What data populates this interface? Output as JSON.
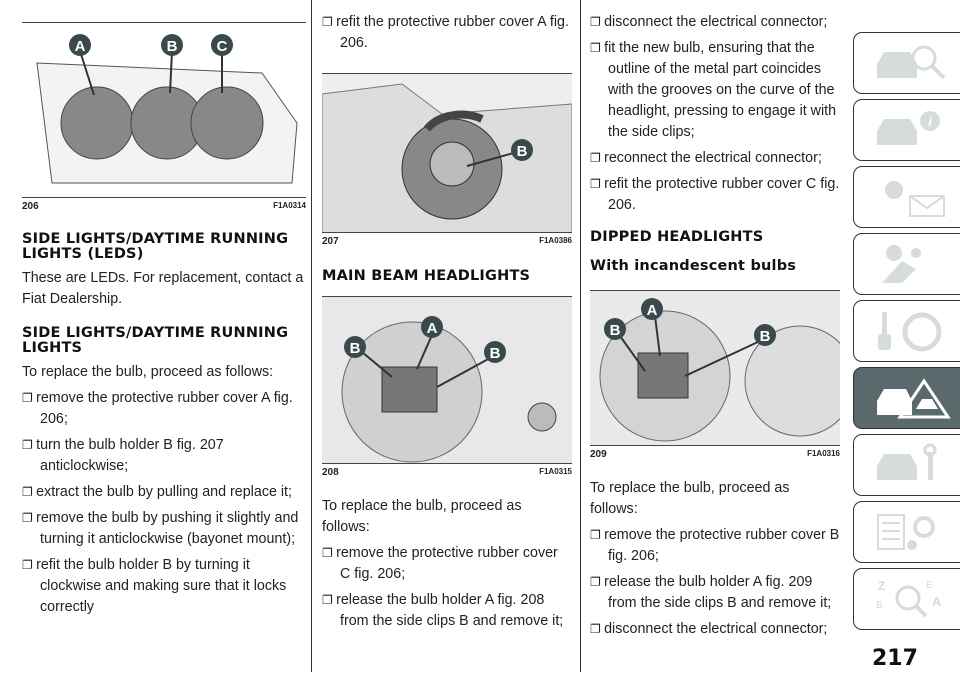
{
  "figures": {
    "f206": {
      "num": "206",
      "code": "F1A0314",
      "labels": [
        "A",
        "B",
        "C"
      ]
    },
    "f207": {
      "num": "207",
      "code": "F1A0386",
      "labels": [
        "B"
      ]
    },
    "f208": {
      "num": "208",
      "code": "F1A0315",
      "labels": [
        "A",
        "B",
        "B"
      ]
    },
    "f209": {
      "num": "209",
      "code": "F1A0316",
      "labels": [
        "A",
        "B",
        "B"
      ]
    }
  },
  "col1": {
    "h1": "SIDE LIGHTS/DAYTIME RUNNING LIGHTS (LEDs)",
    "p1": "These are LEDs. For replacement, contact a Fiat Dealership.",
    "h2": "SIDE LIGHTS/DAYTIME RUNNING LIGHTS",
    "p2": "To replace the bulb, proceed as follows:",
    "bullets": [
      "remove the protective rubber cover A fig. 206;",
      "turn the bulb holder B fig. 207 anticlockwise;",
      "extract the bulb by pulling and replace it;",
      "remove the bulb by pushing it slightly and turning it anticlockwise (bayonet mount);",
      "refit the bulb holder B by turning it clockwise and making sure that it locks correctly"
    ]
  },
  "col2": {
    "b0": "refit the protective rubber cover A fig. 206.",
    "h1": "MAIN BEAM HEADLIGHTS",
    "p1": "To replace the bulb, proceed as follows:",
    "bullets": [
      "remove the protective rubber cover C fig. 206;",
      "release the bulb holder A fig. 208 from the side clips B and remove it;"
    ]
  },
  "col3": {
    "bullets1": [
      "disconnect the electrical connector;",
      "fit the new bulb, ensuring that the outline of the metal part coincides with the grooves on the curve of the headlight, pressing to engage it with the side clips;",
      "reconnect the electrical connector;",
      "refit the protective rubber cover C fig. 206."
    ],
    "h1": "DIPPED HEADLIGHTS",
    "h2": "With incandescent bulbs",
    "p1": "To replace the bulb, proceed as follows:",
    "bullets2": [
      "remove the protective rubber cover B fig. 206;",
      "release the bulb holder A fig. 209 from the side clips B and remove it;",
      "disconnect the electrical connector;"
    ]
  },
  "sidebar": {
    "tabs": [
      "car-search",
      "car-info",
      "warning-lights",
      "airbag",
      "key-steering",
      "emergency",
      "maintenance",
      "technical-data",
      "index"
    ],
    "active": 5
  },
  "page_number": "217",
  "colors": {
    "active_tab": "#5a6a6c",
    "callout": "#3a4a4c"
  }
}
